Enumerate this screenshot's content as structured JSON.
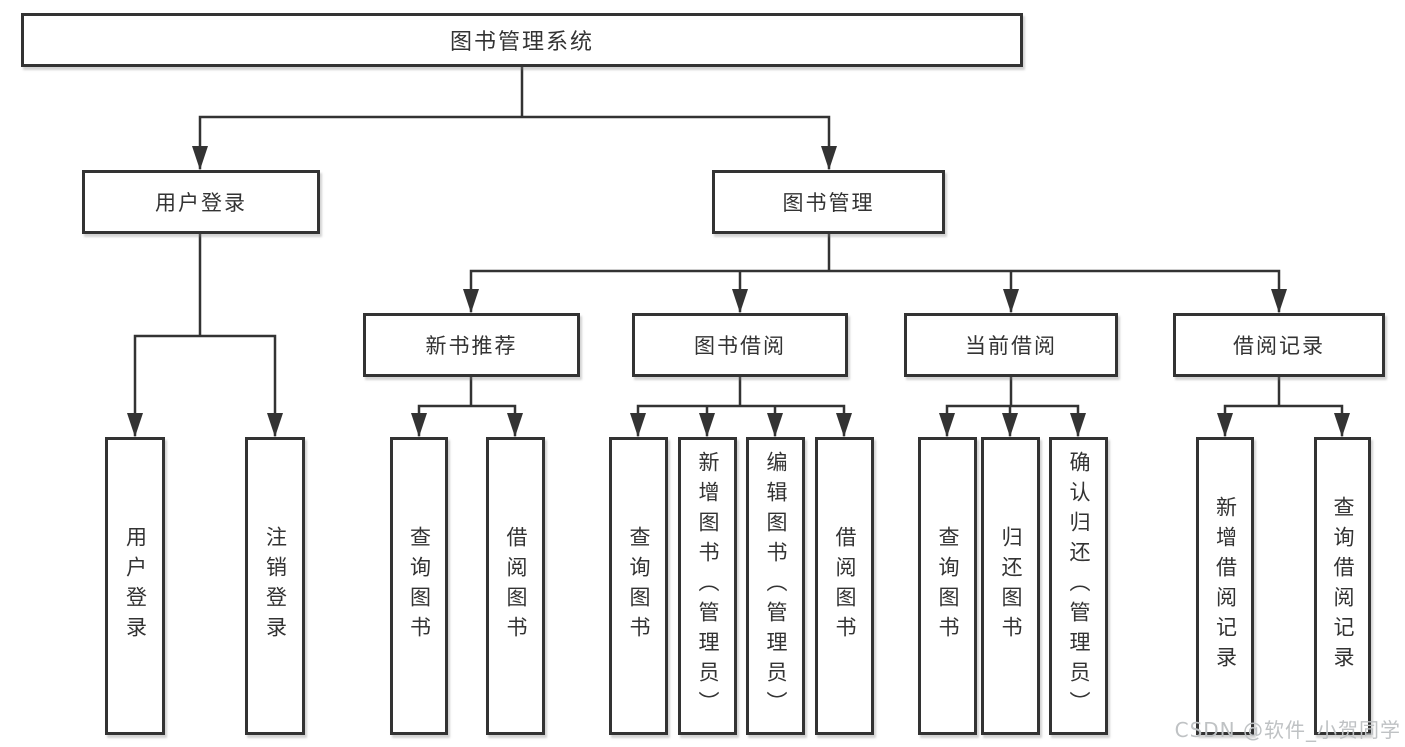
{
  "colors": {
    "line": "#333333",
    "box_border": "#333333",
    "text": "#333333",
    "box_background": "#ffffff",
    "watermark": "#bfc2c4"
  },
  "watermark": {
    "text": "CSDN @软件_小贺同学"
  },
  "tree": {
    "root": "图书管理系统",
    "branches": [
      {
        "label": "用户登录",
        "leaves": [
          "用户登录",
          "注销登录"
        ]
      },
      {
        "label": "图书管理",
        "sections": [
          {
            "label": "新书推荐",
            "leaves": [
              "查询图书",
              "借阅图书"
            ]
          },
          {
            "label": "图书借阅",
            "leaves": [
              "查询图书",
              "新增图书（管理员）",
              "编辑图书（管理员）",
              "借阅图书"
            ]
          },
          {
            "label": "当前借阅",
            "leaves": [
              "查询图书",
              "归还图书",
              "确认归还（管理员）"
            ]
          },
          {
            "label": "借阅记录",
            "leaves": [
              "新增借阅记录",
              "查询借阅记录"
            ]
          }
        ]
      }
    ]
  }
}
